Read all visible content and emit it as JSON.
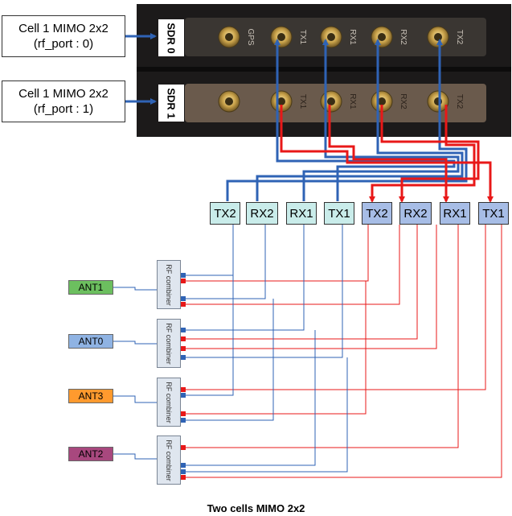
{
  "cells": [
    {
      "line1": "Cell 1 MIMO 2x2",
      "line2": "(rf_port : 0)"
    },
    {
      "line1": "Cell 1 MIMO 2x2",
      "line2": "(rf_port : 1)"
    }
  ],
  "sdr": [
    {
      "label": "SDR 0",
      "connectors": [
        "GPS",
        "TX1",
        "RX1",
        "RX2",
        "TX2"
      ]
    },
    {
      "label": "SDR 1",
      "connectors": [
        "",
        "TX1",
        "RX1",
        "RX2",
        "TX2"
      ]
    }
  ],
  "ports": [
    {
      "label": "TX2",
      "fill": "#c9ecea"
    },
    {
      "label": "RX2",
      "fill": "#c9ecea"
    },
    {
      "label": "RX1",
      "fill": "#c9ecea"
    },
    {
      "label": "TX1",
      "fill": "#c9ecea"
    },
    {
      "label": "TX2",
      "fill": "#a7bde6"
    },
    {
      "label": "RX2",
      "fill": "#a7bde6"
    },
    {
      "label": "RX1",
      "fill": "#a7bde6"
    },
    {
      "label": "TX1",
      "fill": "#a7bde6"
    }
  ],
  "combiner_label": "RF combiner",
  "antennas": [
    {
      "label": "ANT1",
      "fill": "#6cbf5f"
    },
    {
      "label": "ANT0",
      "fill": "#8fb3e3"
    },
    {
      "label": "ANT3",
      "fill": "#ff9a2e"
    },
    {
      "label": "ANT2",
      "fill": "#a8487e"
    }
  ],
  "colors": {
    "sdr0_wires": "#2f63b5",
    "sdr1_wires": "#e81818",
    "panel": "#1c1a1a"
  },
  "caption": "Two cells MIMO 2x2"
}
